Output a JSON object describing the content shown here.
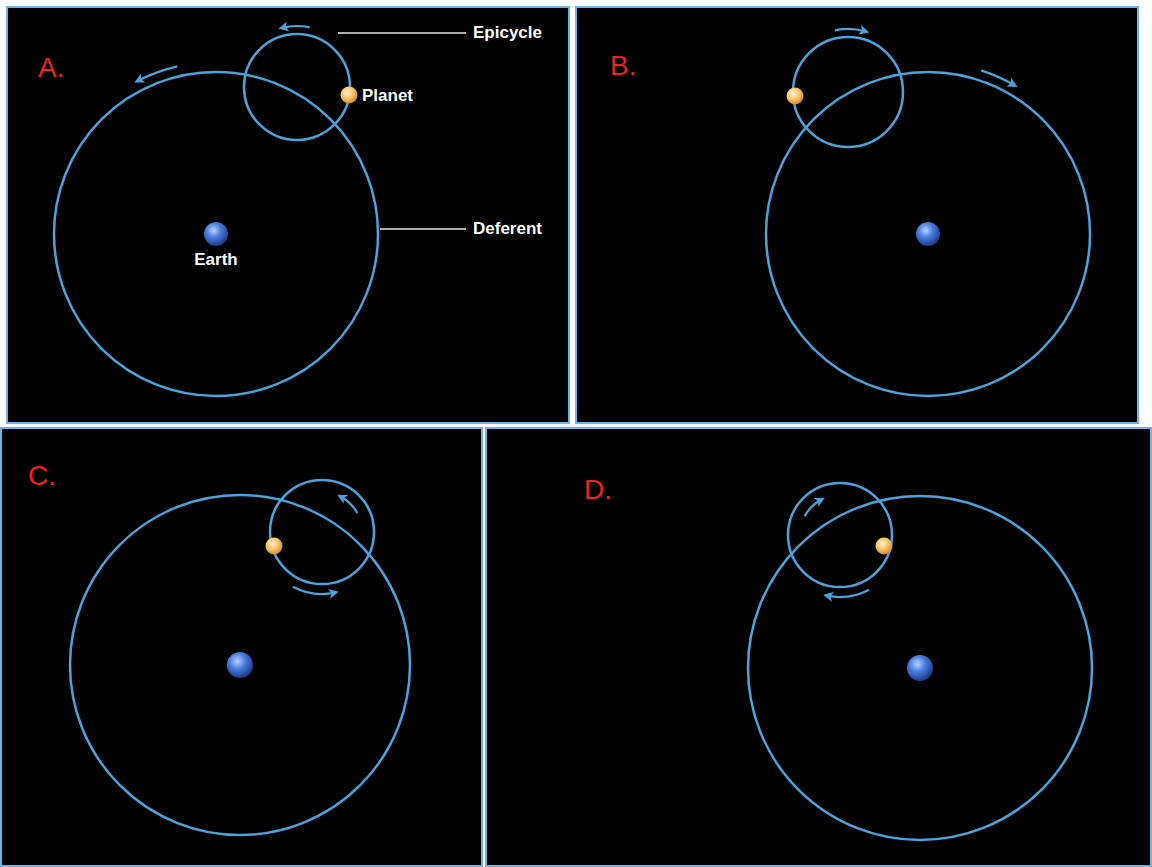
{
  "diagram": {
    "labels": [
      "A.",
      "Epicycle",
      "Planet",
      "Earth",
      "Deferent",
      "B.",
      "C.",
      "D."
    ]
  }
}
